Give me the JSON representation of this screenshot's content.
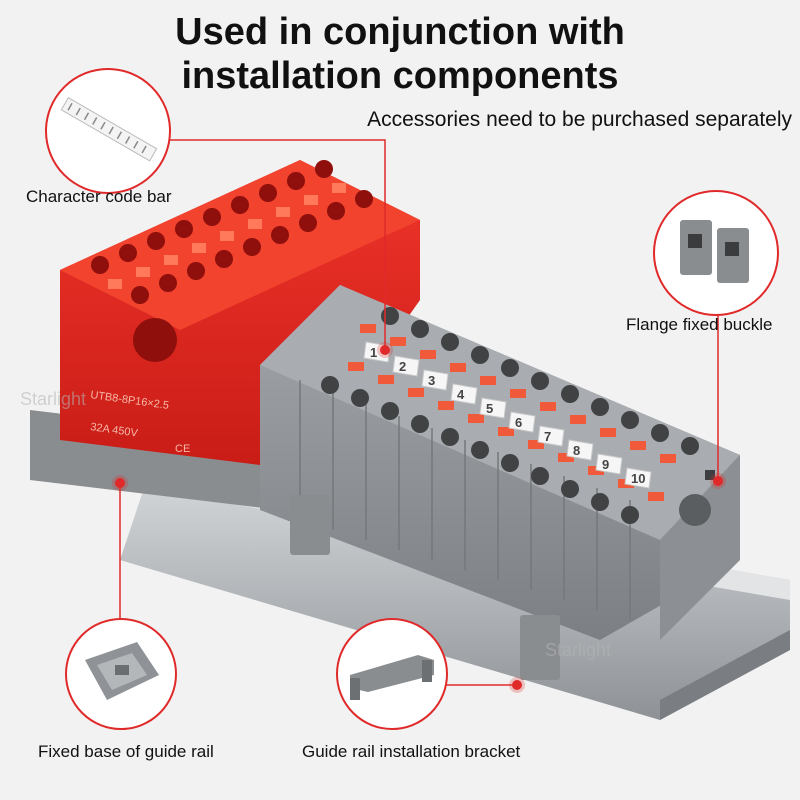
{
  "header": {
    "title_line1": "Used in conjunction with",
    "title_line2": "installation components",
    "subtitle": "Accessories need to be purchased separately"
  },
  "callouts": {
    "code_bar": "Character code bar",
    "flange_buckle": "Flange fixed buckle",
    "fixed_base": "Fixed base of guide rail",
    "bracket": "Guide rail installation bracket"
  },
  "terminal_numbers": [
    "1",
    "2",
    "3",
    "4",
    "5",
    "6",
    "7",
    "8",
    "9",
    "10"
  ],
  "red_block_print": {
    "model": "UTB8-8P16×2.5",
    "rating": "32A 450V",
    "mark": "CE"
  },
  "watermark": "Starlight",
  "colors": {
    "accent": "#e02a2a",
    "red_block": "#e8261f",
    "gray_block": "#8f9296",
    "orange_clip": "#f05a3a",
    "rail": "#b8bcc0"
  }
}
